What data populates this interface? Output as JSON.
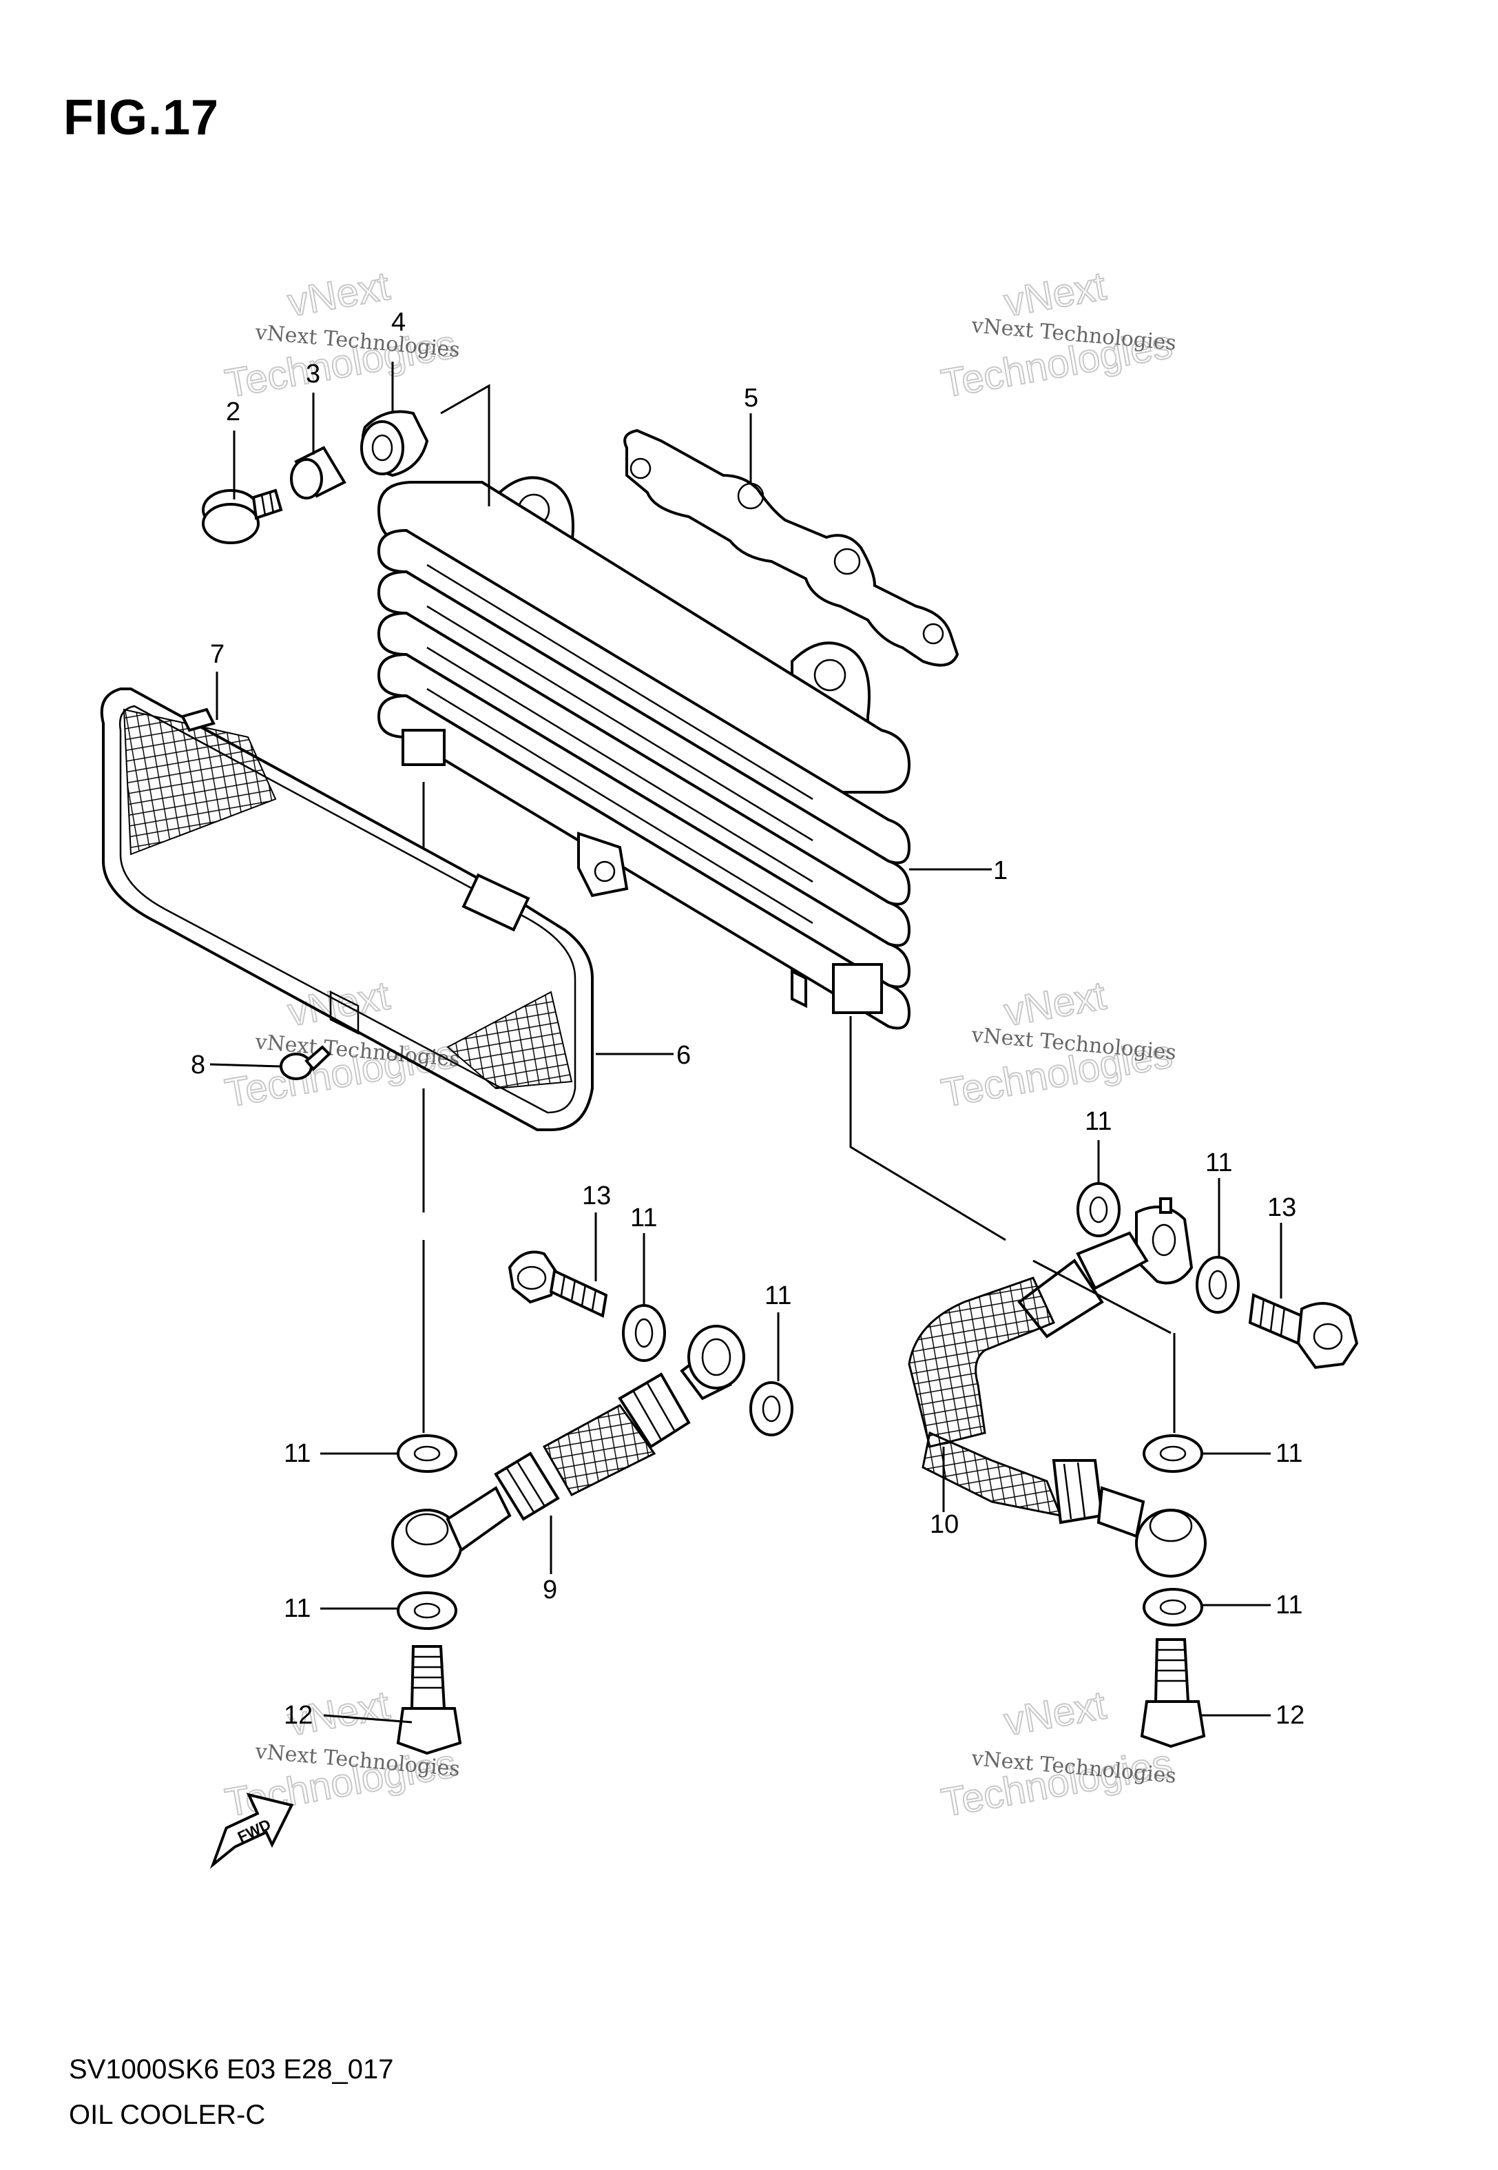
{
  "figure": {
    "title": "FIG.17",
    "code": "SV1000SK6 E03 E28_017",
    "name": "OIL COOLER-C"
  },
  "fwd_label": "FWD",
  "watermark": {
    "line1": "vNext",
    "line2": "vNext Technologies",
    "line3": "Technologies"
  },
  "callouts": {
    "p1": "1",
    "p2": "2",
    "p3": "3",
    "p4": "4",
    "p5": "5",
    "p6": "6",
    "p7": "7",
    "p8": "8",
    "p9": "9",
    "p10": "10",
    "p11": "11",
    "p12": "12",
    "p13": "13"
  }
}
